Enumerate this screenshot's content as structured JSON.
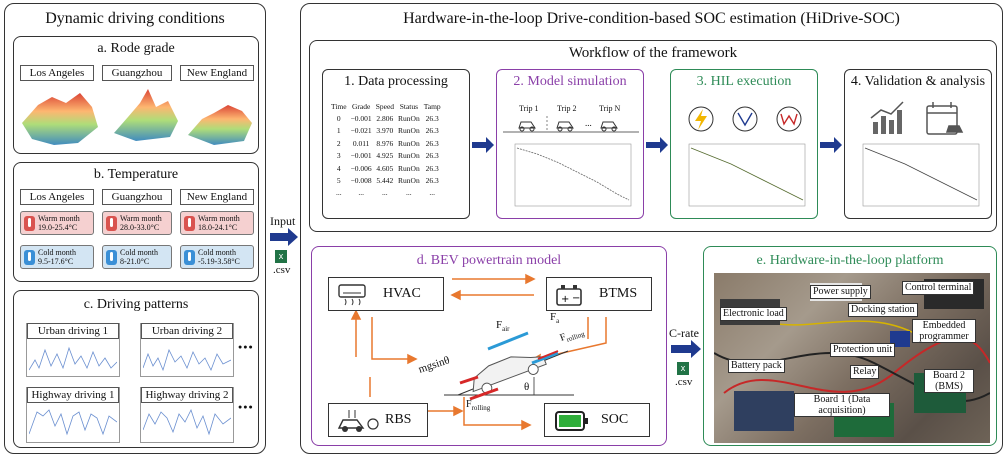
{
  "left_panel": {
    "title": "Dynamic driving conditions",
    "road_grade": {
      "title": "a. Rode grade",
      "cities": [
        "Los Angeles",
        "Guangzhou",
        "New England"
      ]
    },
    "temperature": {
      "title": "b. Temperature",
      "cities": [
        "Los Angeles",
        "Guangzhou",
        "New England"
      ],
      "warm_label": "Warm month",
      "cold_label": "Cold month",
      "warm": [
        "19.0-25.4°C",
        "28.0-33.0°C",
        "18.0-24.1°C"
      ],
      "cold": [
        "9.5-17.6°C",
        "8-21.0°C",
        "-5.19-3.58°C"
      ]
    },
    "patterns": {
      "title": "c. Driving patterns",
      "charts": [
        "Urban driving 1",
        "Urban driving 2",
        "Highway driving 1",
        "Highway driving 2"
      ],
      "ellipsis": "●●●"
    }
  },
  "connector": {
    "input_label": "Input",
    "csv": ".csv",
    "crate_label": "C-rate"
  },
  "main": {
    "title": "Hardware-in-the-loop Drive-condition-based SOC estimation (HiDrive-SOC)",
    "workflow": {
      "title": "Workflow of the framework",
      "step1": "1. Data processing",
      "step2": "2. Model simulation",
      "step3": "3. HIL execution",
      "step4": "4. Validation & analysis",
      "table_headers": [
        "Time",
        "Grade",
        "Speed",
        "Status",
        "Tamp"
      ],
      "table_rows": [
        [
          "0",
          "−0.001",
          "2.806",
          "RunOn",
          "26.3"
        ],
        [
          "1",
          "−0.021",
          "3.970",
          "RunOn",
          "26.3"
        ],
        [
          "2",
          "0.011",
          "8.976",
          "RunOn",
          "26.3"
        ],
        [
          "3",
          "−0.001",
          "4.925",
          "RunOn",
          "26.3"
        ],
        [
          "4",
          "−0.006",
          "4.605",
          "RunOn",
          "26.3"
        ],
        [
          "5",
          "−0.008",
          "5.442",
          "RunOn",
          "26.3"
        ],
        [
          "...",
          "...",
          "...",
          "...",
          "..."
        ]
      ],
      "trips": [
        "Trip 1",
        "Trip 2",
        "Trip N"
      ],
      "trip_dots": "..."
    },
    "bev": {
      "title": "d. BEV powertrain model",
      "hvac": "HVAC",
      "btms": "BTMS",
      "rbs": "RBS",
      "soc": "SOC",
      "f_air": "F",
      "f_air_sub": "air",
      "f_rolling": "F",
      "f_rolling_sub": "rolling",
      "f_a": "F",
      "f_a_sub": "a",
      "mgsin": "mgsinθ",
      "theta": "θ"
    },
    "hil": {
      "title": "e. Hardware-in-the-loop platform",
      "labels": {
        "power_supply": "Power supply",
        "control_terminal": "Control terminal",
        "electronic_load": "Electronic load",
        "docking_station": "Docking station",
        "embedded_programmer": "Embedded programmer",
        "protection_unit": "Protection unit",
        "battery_pack": "Battery pack",
        "relay": "Relay",
        "board2": "Board 2 (BMS)",
        "board1": "Board 1 (Data acquisition)"
      }
    }
  },
  "colors": {
    "purple": "#8a3fa8",
    "green": "#2e8b57",
    "navy": "#1f3a8f",
    "orange": "#e8782f"
  }
}
